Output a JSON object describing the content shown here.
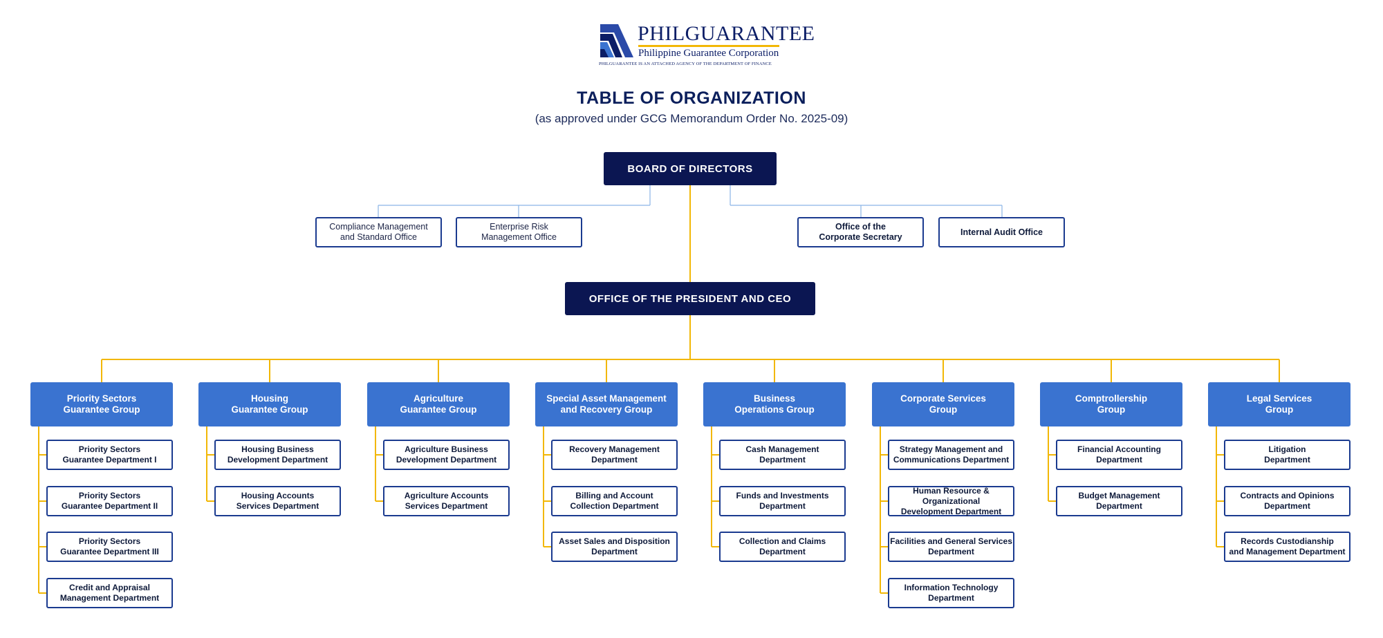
{
  "logo": {
    "name": "PHILGUARANTEE",
    "subtitle": "Philippine Guarantee Corporation",
    "tagline": "PHILGUARANTEE IS AN ATTACHED AGENCY OF THE DEPARTMENT OF FINANCE"
  },
  "title": "TABLE OF ORGANIZATION",
  "subtitle": "(as approved under GCG Memorandum Order No. 2025-09)",
  "board": "BOARD OF DIRECTORS",
  "board_offices": [
    "Compliance Management\nand Standard Office",
    "Enterprise Risk\nManagement Office",
    "Office of the\nCorporate Secretary",
    "Internal Audit Office"
  ],
  "president": "OFFICE OF THE PRESIDENT AND CEO",
  "groups": [
    {
      "name": "Priority Sectors\nGuarantee Group",
      "departments": [
        "Priority Sectors\nGuarantee Department I",
        "Priority Sectors\nGuarantee Department II",
        "Priority Sectors\nGuarantee Department III",
        "Credit and Appraisal\nManagement Department"
      ]
    },
    {
      "name": "Housing\nGuarantee Group",
      "departments": [
        "Housing Business\nDevelopment Department",
        "Housing Accounts\nServices Department"
      ]
    },
    {
      "name": "Agriculture\nGuarantee Group",
      "departments": [
        "Agriculture Business\nDevelopment Department",
        "Agriculture Accounts\nServices Department"
      ]
    },
    {
      "name": "Special Asset Management\nand Recovery Group",
      "departments": [
        "Recovery Management\nDepartment",
        "Billing and Account\nCollection Department",
        "Asset Sales and Disposition\nDepartment"
      ]
    },
    {
      "name": "Business\nOperations Group",
      "departments": [
        "Cash Management\nDepartment",
        "Funds and Investments\nDepartment",
        "Collection and Claims\nDepartment"
      ]
    },
    {
      "name": "Corporate Services\nGroup",
      "departments": [
        "Strategy Management and\nCommunications Department",
        "Human Resource & Organizational\nDevelopment Department",
        "Facilities and General Services\nDepartment",
        "Information Technology\nDepartment"
      ]
    },
    {
      "name": "Comptrollership\nGroup",
      "departments": [
        "Financial Accounting\nDepartment",
        "Budget Management\nDepartment"
      ]
    },
    {
      "name": "Legal Services\nGroup",
      "departments": [
        "Litigation\nDepartment",
        "Contracts and Opinions\nDepartment",
        "Records Custodianship\nand Management Department"
      ]
    }
  ],
  "colors": {
    "navy": "#0b1652",
    "group_blue": "#3a73d0",
    "dept_border": "#1a3a8f",
    "gold_line": "#f2b705",
    "staff_line": "#8ab4e6"
  }
}
